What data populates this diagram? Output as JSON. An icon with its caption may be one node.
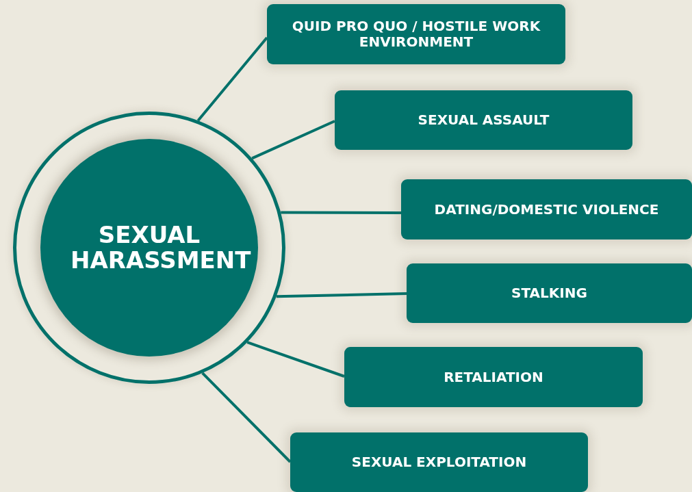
{
  "diagram": {
    "nodes": [
      {
        "text": [
          "SEXUAL HARASSMENT"
        ]
      },
      {
        "text": [
          "QUID PRO QUO / HOSTILE WORK ENVIRONMENT"
        ]
      },
      {
        "text": [
          "SEXUAL ASSAULT"
        ]
      },
      {
        "text": [
          "DATING/DOMESTIC VIOLENCE"
        ]
      },
      {
        "text": [
          "STALKING"
        ]
      },
      {
        "text": [
          "RETALIATION"
        ]
      },
      {
        "text": [
          "SEXUAL EXPLOITATION"
        ]
      }
    ],
    "edges": [
      {
        "from": 0,
        "to": 1,
        "arrow": "none"
      },
      {
        "from": 0,
        "to": 2,
        "arrow": "none"
      },
      {
        "from": 0,
        "to": 3,
        "arrow": "none"
      },
      {
        "from": 0,
        "to": 4,
        "arrow": "none"
      },
      {
        "from": 0,
        "to": 5,
        "arrow": "none"
      },
      {
        "from": 0,
        "to": 6,
        "arrow": "none"
      }
    ]
  }
}
